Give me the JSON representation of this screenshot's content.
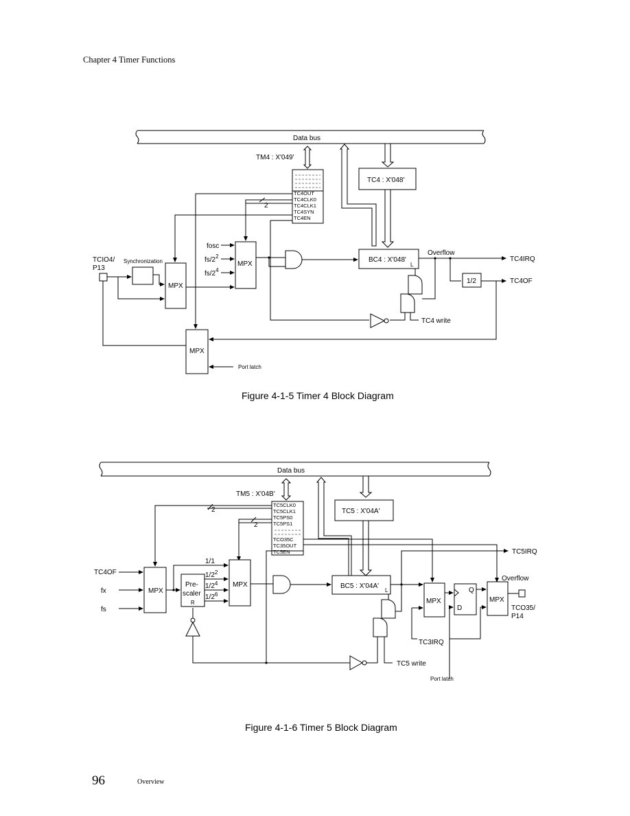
{
  "header": {
    "chapter": "Chapter 4  Timer Functions"
  },
  "footer": {
    "page_number": "96",
    "section": "Overview"
  },
  "figure5": {
    "caption": "Figure 4-1-5  Timer 4 Block Diagram",
    "data_bus": "Data bus",
    "register_mode": "TM4 : X'049'",
    "register_bits": [
      "TC4OUT",
      "TC4CLK0",
      "TC4CLK1",
      "TC4SYN",
      "TC4EN"
    ],
    "bus_width": "2",
    "register_compare": "TC4 : X'048'",
    "counter": "BC4 : X'048'",
    "counter_pin": "L",
    "clock_inputs": [
      "fosc",
      "fs/2",
      "fs/2"
    ],
    "clock_exponents": [
      "2",
      "4"
    ],
    "mpx": "MPX",
    "pin_name": "TCIO4/",
    "pin_port": "P13",
    "sync_label": "Synchronization",
    "overflow": "Overflow",
    "irq": "TC4IRQ",
    "divider": "1/2",
    "output": "TC4OF",
    "write": "TC4 write",
    "port_latch": "Port latch"
  },
  "figure6": {
    "caption": "Figure 4-1-6  Timer 5 Block Diagram",
    "data_bus": "Data bus",
    "register_mode": "TM5 : X'04B'",
    "register_bits": [
      "TC5CLK0",
      "TC5CLK1",
      "TC5PS0",
      "TC5PS1",
      "TCO35C",
      "TC35OUT",
      "TC5EN"
    ],
    "bus_width": "2",
    "register_compare": "TC5 : X'04A'",
    "counter": "BC5 : X'04A'",
    "counter_pin": "L",
    "clock_inputs": [
      "TC4OF",
      "fx",
      "fs"
    ],
    "prescaler_line1": "Pre-",
    "prescaler_line2": "scaler",
    "prescaler_reset": "R",
    "divisions": [
      "1/1",
      "1/2",
      "1/2",
      "1/2"
    ],
    "division_exponents": [
      "2",
      "4",
      "6"
    ],
    "mpx": "MPX",
    "irq": "TC5IRQ",
    "overflow": "Overflow",
    "flipflop_q": "Q",
    "flipflop_d": "D",
    "irq3": "TC3IRQ",
    "output_pin": "TCO35/",
    "output_port": "P14",
    "write": "TC5 write",
    "port_latch": "Port latch"
  }
}
